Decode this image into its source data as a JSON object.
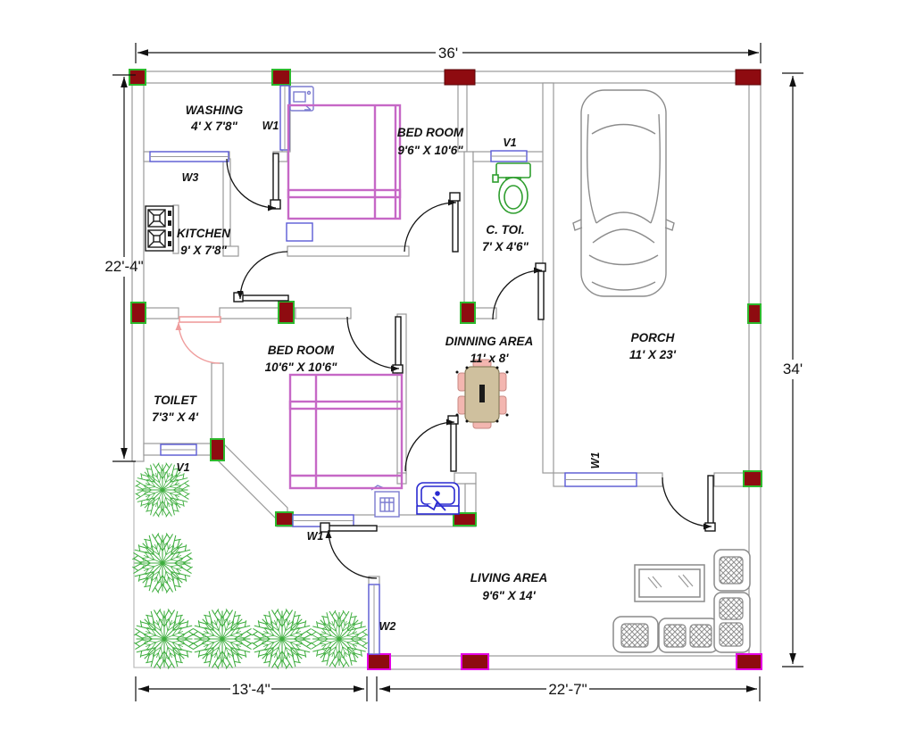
{
  "drawing": {
    "dim_top": "36'",
    "dim_left": "22'-4\"",
    "dim_right": "34'",
    "dim_bottom_left": "13'-4\"",
    "dim_bottom_right": "22'-7\""
  },
  "rooms": {
    "washing": {
      "name": "WASHING",
      "size": "4' X 7'8\""
    },
    "kitchen": {
      "name": "KITCHEN",
      "size": "9' X 7'8\""
    },
    "bedroom1": {
      "name": "BED ROOM",
      "size": "9'6\" X 10'6\""
    },
    "ctoilet": {
      "name": "C. TOI.",
      "size": "7' X 4'6\""
    },
    "porch": {
      "name": "PORCH",
      "size": "11' X 23'"
    },
    "dining": {
      "name": "DINNING AREA",
      "size": "11' x 8'"
    },
    "toilet": {
      "name": "TOILET",
      "size": "7'3\" X 4'"
    },
    "bedroom2": {
      "name": "BED ROOM",
      "size": "10'6\" X 10'6\""
    },
    "living": {
      "name": "LIVING AREA",
      "size": "9'6\" X 14'"
    }
  },
  "openings": {
    "w1": "W1",
    "w2": "W2",
    "w3": "W3",
    "v1": "V1"
  },
  "colors": {
    "wall": "#9a9a9a",
    "column_fill": "#8e0b10",
    "column_border_green": "#2db82d",
    "column_border_magenta": "#e400e4",
    "window_blue": "#5b5bd6",
    "furniture_pink": "#c668c6",
    "fixture_green": "#2f9e2f",
    "tree_green": "#3fae3f",
    "table_tan": "#cfc09e",
    "chair_pink": "#f3b6b0",
    "door_black": "#141414",
    "door_pink": "#ef9d9d",
    "car_gray": "#8c8c8c"
  }
}
